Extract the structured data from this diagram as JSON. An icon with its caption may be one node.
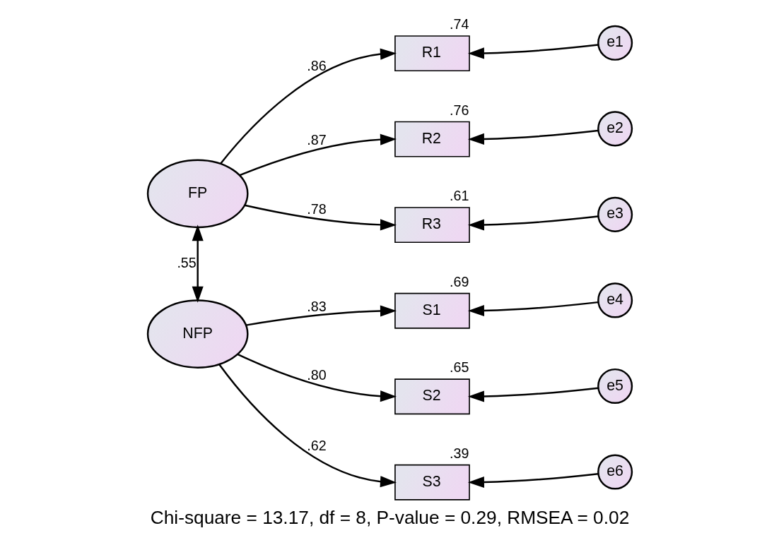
{
  "diagram": {
    "caption": "Chi-square = 13.17, df = 8, P-value = 0.29, RMSEA = 0.02",
    "nodes": [
      {
        "text": [
          "FP"
        ]
      },
      {
        "text": [
          "NFP"
        ]
      },
      {
        "text": [
          "R1"
        ],
        "beside": [
          ".74"
        ]
      },
      {
        "text": [
          "R2"
        ],
        "beside": [
          ".76"
        ]
      },
      {
        "text": [
          "R3"
        ],
        "beside": [
          ".61"
        ]
      },
      {
        "text": [
          "S1"
        ],
        "beside": [
          ".69"
        ]
      },
      {
        "text": [
          "S2"
        ],
        "beside": [
          ".65"
        ]
      },
      {
        "text": [
          "S3"
        ],
        "beside": [
          ".39"
        ]
      },
      {
        "text": [
          "e1"
        ]
      },
      {
        "text": [
          "e2"
        ]
      },
      {
        "text": [
          "e3"
        ]
      },
      {
        "text": [
          "e4"
        ]
      },
      {
        "text": [
          "e5"
        ]
      },
      {
        "text": [
          "e6"
        ]
      }
    ],
    "edges": [
      {
        "from": 0,
        "to": 1,
        "arrow": "both",
        "label": ".55"
      },
      {
        "from": 0,
        "to": 2,
        "arrow": "to",
        "label": ".86"
      },
      {
        "from": 0,
        "to": 3,
        "arrow": "to",
        "label": ".87"
      },
      {
        "from": 0,
        "to": 4,
        "arrow": "to",
        "label": ".78"
      },
      {
        "from": 1,
        "to": 5,
        "arrow": "to",
        "label": ".83"
      },
      {
        "from": 1,
        "to": 6,
        "arrow": "to",
        "label": ".80"
      },
      {
        "from": 1,
        "to": 7,
        "arrow": "to",
        "label": ".62"
      },
      {
        "from": 8,
        "to": 2,
        "arrow": "to"
      },
      {
        "from": 9,
        "to": 3,
        "arrow": "to"
      },
      {
        "from": 10,
        "to": 4,
        "arrow": "to"
      },
      {
        "from": 11,
        "to": 5,
        "arrow": "to"
      },
      {
        "from": 12,
        "to": 6,
        "arrow": "to"
      },
      {
        "from": 13,
        "to": 7,
        "arrow": "to"
      }
    ]
  }
}
